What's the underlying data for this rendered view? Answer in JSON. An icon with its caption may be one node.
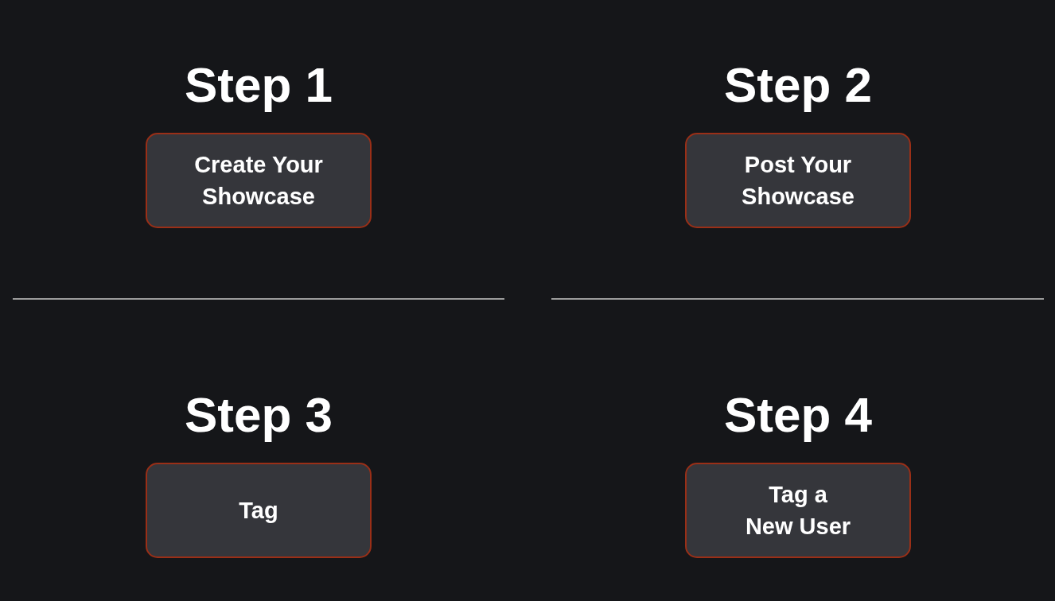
{
  "diagram": {
    "nodes": [
      {
        "text": [
          "Step 1",
          "Create Your Showcase"
        ]
      },
      {
        "text": [
          "Step 2",
          "Post Your Showcase"
        ]
      },
      {
        "text": [
          "Step 3",
          "Tag"
        ]
      },
      {
        "text": [
          "Step 4",
          "Tag a New User"
        ]
      }
    ]
  }
}
